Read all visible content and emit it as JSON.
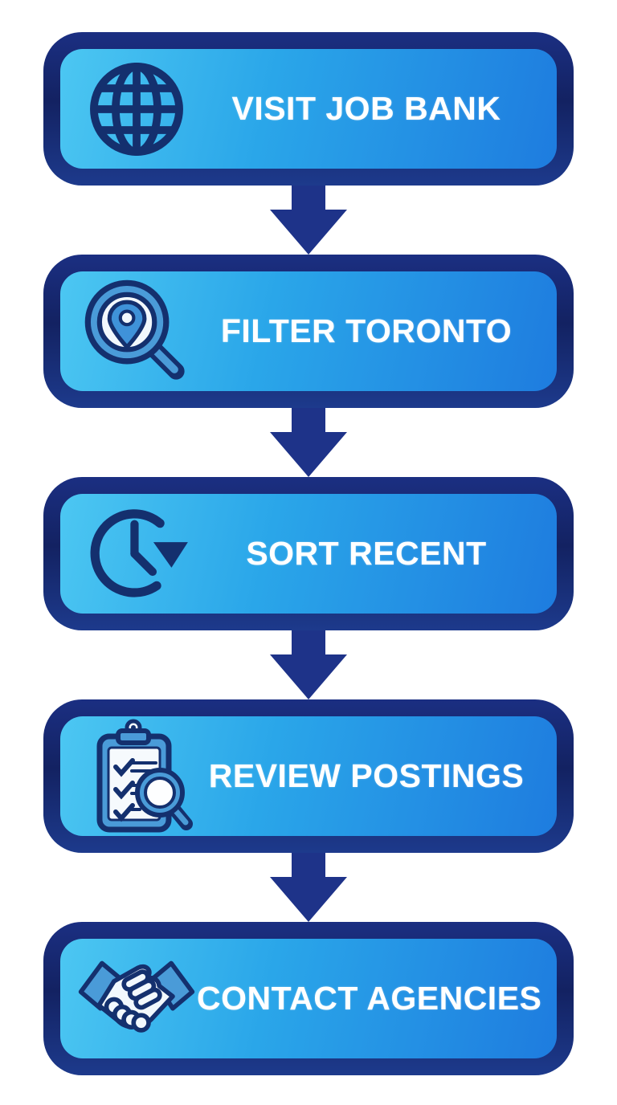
{
  "flowchart": {
    "title": "Job search steps flowchart",
    "steps": [
      {
        "label": "VISIT JOB BANK",
        "icon": "globe-icon"
      },
      {
        "label": "FILTER TORONTO",
        "icon": "location-search-icon"
      },
      {
        "label": "SORT RECENT",
        "icon": "clock-history-icon"
      },
      {
        "label": "REVIEW POSTINGS",
        "icon": "clipboard-checklist-search-icon"
      },
      {
        "label": "CONTACT AGENCIES",
        "icon": "handshake-icon"
      }
    ],
    "connector": "down-arrow",
    "colors": {
      "background": "#ffffff",
      "box_border_navy": "#16286f",
      "box_fill_gradient_start": "#4cc7f2",
      "box_fill_gradient_end": "#1e7cdf",
      "arrow_navy": "#1e3389",
      "icon_navy": "#14306e",
      "icon_blue": "#4a9bd8",
      "icon_white": "#f2f8fd",
      "label_text": "#ffffff"
    }
  }
}
